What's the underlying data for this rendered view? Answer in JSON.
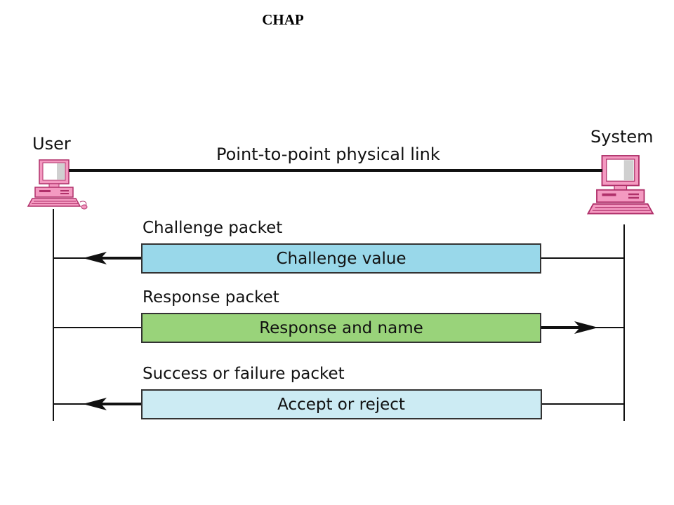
{
  "title": "CHAP",
  "diagram": {
    "user_label": "User",
    "system_label": "System",
    "link_label": "Point-to-point physical link",
    "packets": [
      {
        "title": "Challenge packet",
        "content": "Challenge value",
        "direction": "system-to-user",
        "fill": "#99d8ea"
      },
      {
        "title": "Response packet",
        "content": "Response and name",
        "direction": "user-to-system",
        "fill": "#99d37a"
      },
      {
        "title": "Success or failure packet",
        "content": "Accept or reject",
        "direction": "system-to-user",
        "fill": "#ccebf3"
      }
    ]
  },
  "colors": {
    "computer": "#f49ac1",
    "computer_outline": "#b0306a",
    "box_outline": "#333333",
    "line": "#111111"
  }
}
